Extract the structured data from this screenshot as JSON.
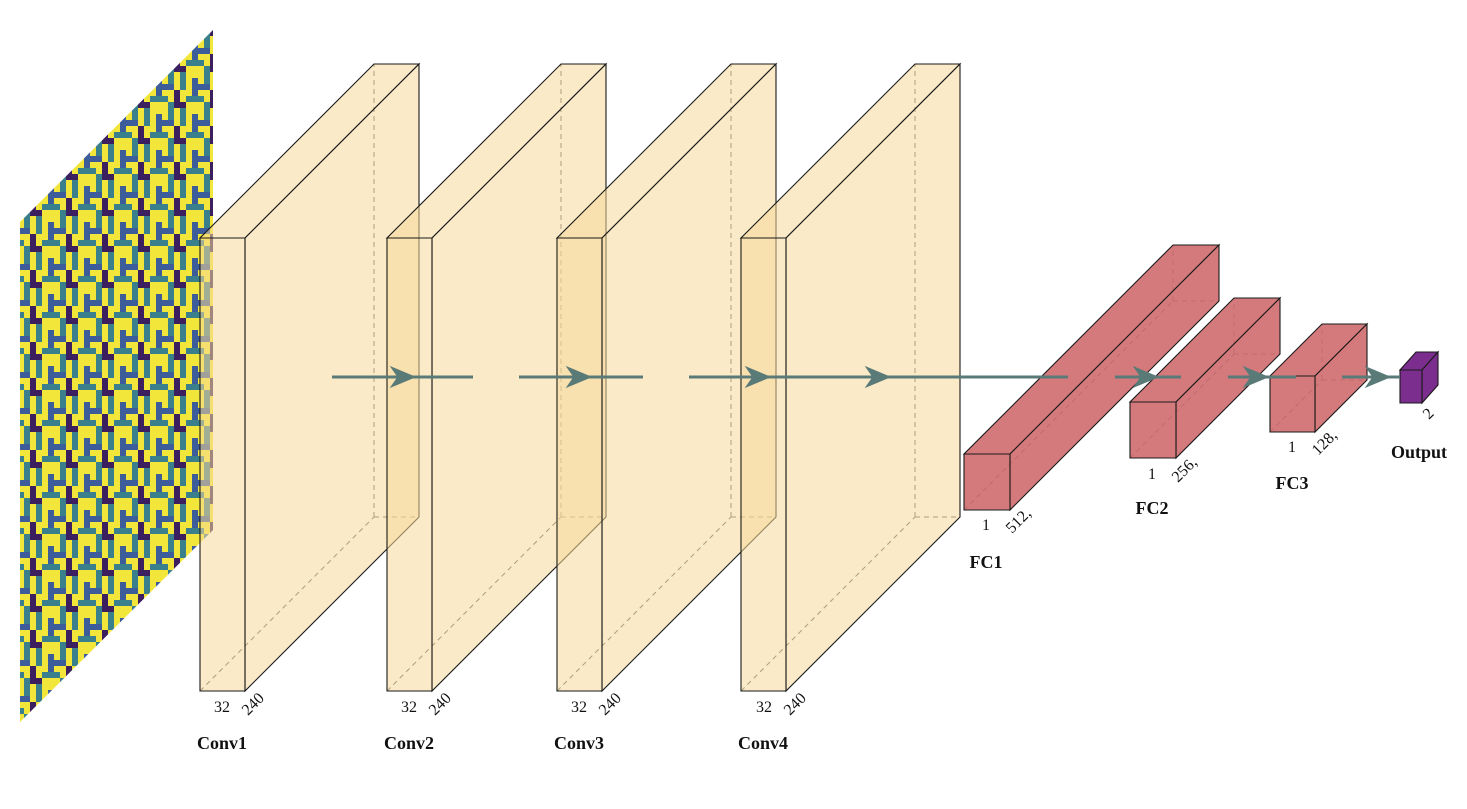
{
  "colors": {
    "conv_fill": "#f5d89a",
    "fc_fill": "#cf6b6e",
    "output_fill": "#7b2e8e",
    "arrow": "#5a7a78",
    "heatmap_yellow": "#f3e63a",
    "heatmap_teal": "#3a7f8c",
    "heatmap_blue": "#3d5c9a",
    "heatmap_purple": "#3b1f5e"
  },
  "input": {
    "icon": "adjacency-heatmap-icon"
  },
  "layers": [
    {
      "label": "Conv1",
      "dim_a": "32",
      "dim_b": "240"
    },
    {
      "label": "Conv2",
      "dim_a": "32",
      "dim_b": "240"
    },
    {
      "label": "Conv3",
      "dim_a": "32",
      "dim_b": "240"
    },
    {
      "label": "Conv4",
      "dim_a": "32",
      "dim_b": "240"
    },
    {
      "label": "FC1",
      "dim_a": "1",
      "dim_b": "512,"
    },
    {
      "label": "FC2",
      "dim_a": "1",
      "dim_b": "256,"
    },
    {
      "label": "FC3",
      "dim_a": "1",
      "dim_b": "128,"
    },
    {
      "label": "Output",
      "dim_a": "",
      "dim_b": "2"
    }
  ]
}
